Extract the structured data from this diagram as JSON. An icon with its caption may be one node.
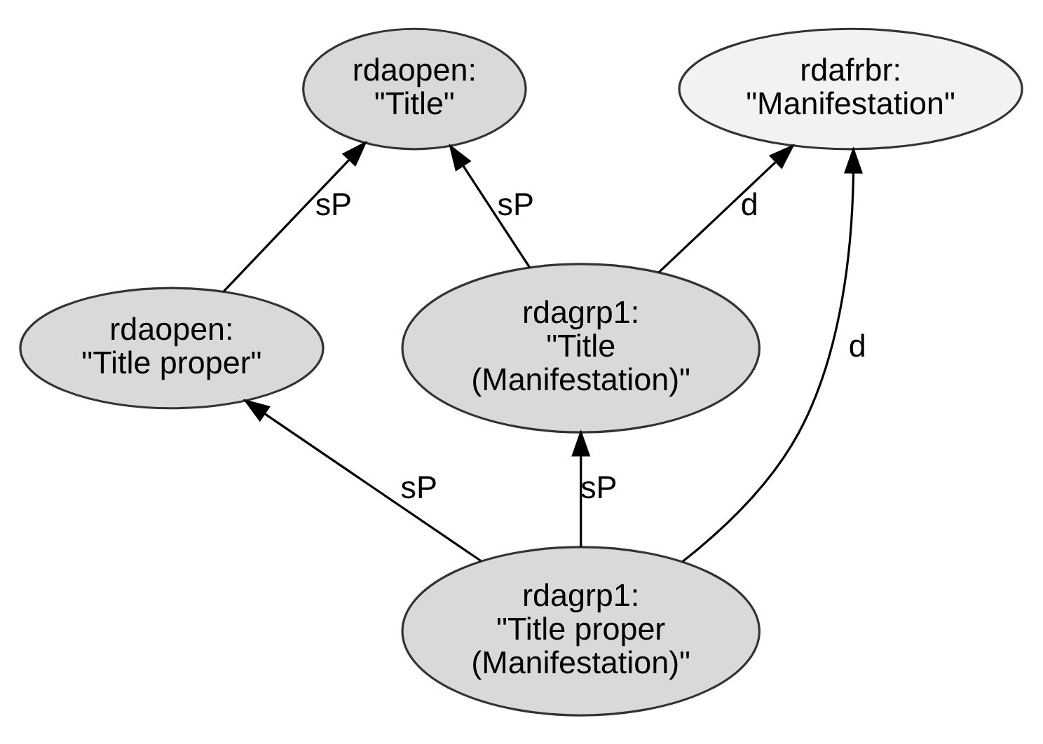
{
  "diagram": {
    "nodes": [
      {
        "text": [
          "rdaopen: \"Title\""
        ]
      },
      {
        "text": [
          "rdaopen: \"Title proper\""
        ]
      },
      {
        "text": [
          "rdagrp1: \"Title (Manifestation)\""
        ]
      },
      {
        "text": [
          "rdagrp1: \"Title proper (Manifestation)\""
        ]
      },
      {
        "text": [
          "rdafrbr: \"Manifestation\""
        ]
      }
    ],
    "edges": [
      {
        "from": 1,
        "to": 0,
        "arrow": "to",
        "label": "sP"
      },
      {
        "from": 2,
        "to": 0,
        "arrow": "to",
        "label": "sP"
      },
      {
        "from": 3,
        "to": 1,
        "arrow": "to",
        "label": "sP"
      },
      {
        "from": 3,
        "to": 2,
        "arrow": "to",
        "label": "sP"
      },
      {
        "from": 2,
        "to": 4,
        "arrow": "to",
        "label": "d"
      },
      {
        "from": 3,
        "to": 4,
        "arrow": "to",
        "label": "d"
      }
    ]
  }
}
